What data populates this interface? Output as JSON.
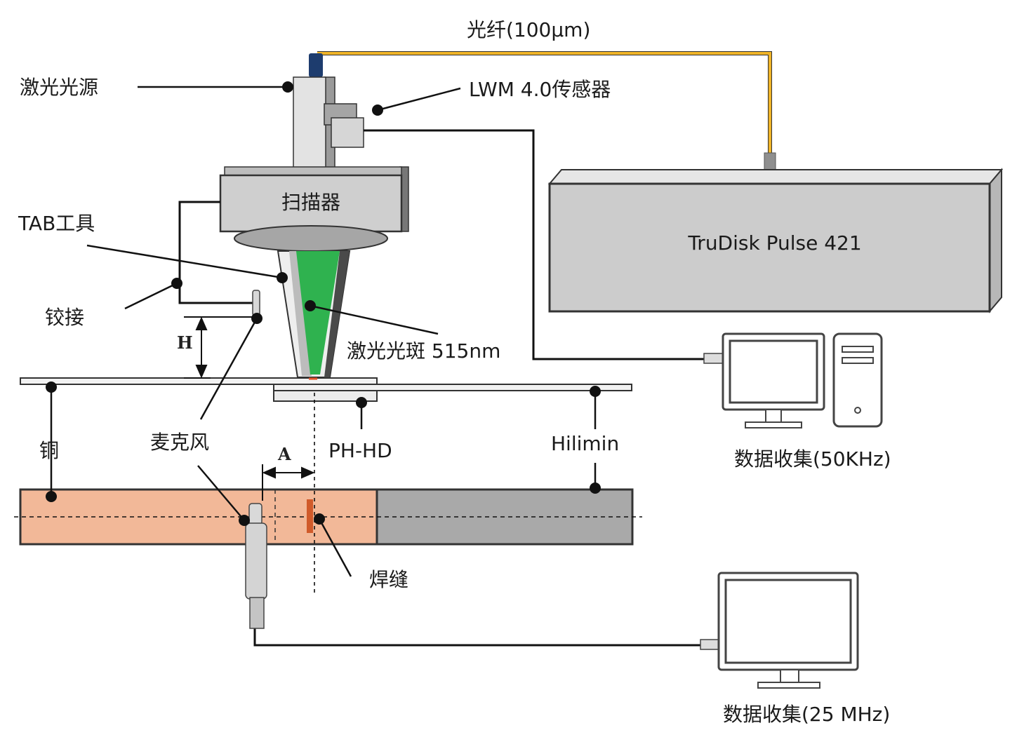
{
  "labels": {
    "fiber": "光纤(100μm)",
    "laser_source": "激光光源",
    "lwm_sensor": "LWM 4.0传感器",
    "scanner": "扫描器",
    "tab_tool": "TAB工具",
    "hinge": "铰接",
    "laser_spot": "激光光斑 515nm",
    "height_marker": "H",
    "offset_marker": "A",
    "copper": "铜",
    "microphone": "麦克风",
    "ph_hd": "PH-HD",
    "hilimin": "Hilimin",
    "weld_seam": "焊缝",
    "laser_unit": "TruDisk Pulse 421",
    "daq_50k": "数据收集(50KHz)",
    "daq_25m": "数据收集(25 MHz)"
  },
  "colors": {
    "fiber": "#f0b428",
    "laser_beam": "#2fb24f",
    "copper": "#f2b898",
    "hilimin_strip": "#a9a9a9",
    "housing": "#cccccc",
    "weld": "#d05a2a"
  }
}
